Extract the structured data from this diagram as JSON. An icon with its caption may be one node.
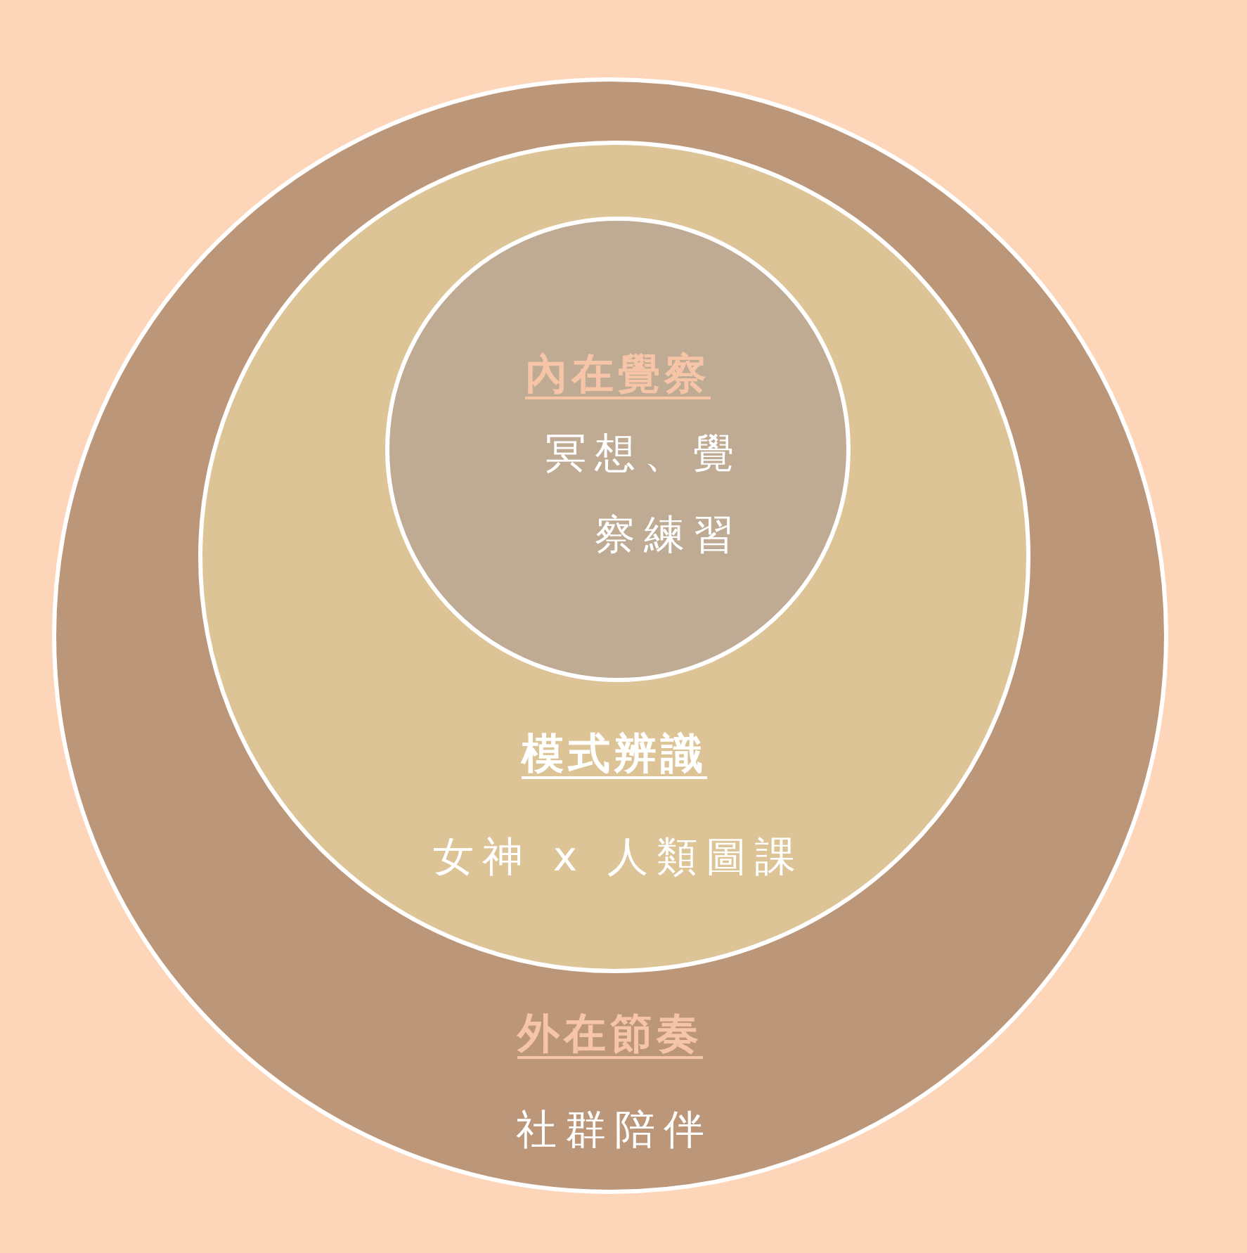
{
  "diagram": {
    "nodes": [
      {
        "text": [
          "外在節奏",
          "社群陪伴"
        ]
      },
      {
        "text": [
          "模式辨識",
          "女神 x 人類圖課"
        ],
        "in": 0
      },
      {
        "text": [
          "內在覺察",
          "冥想、覺察練習"
        ],
        "in": 1
      }
    ]
  }
}
